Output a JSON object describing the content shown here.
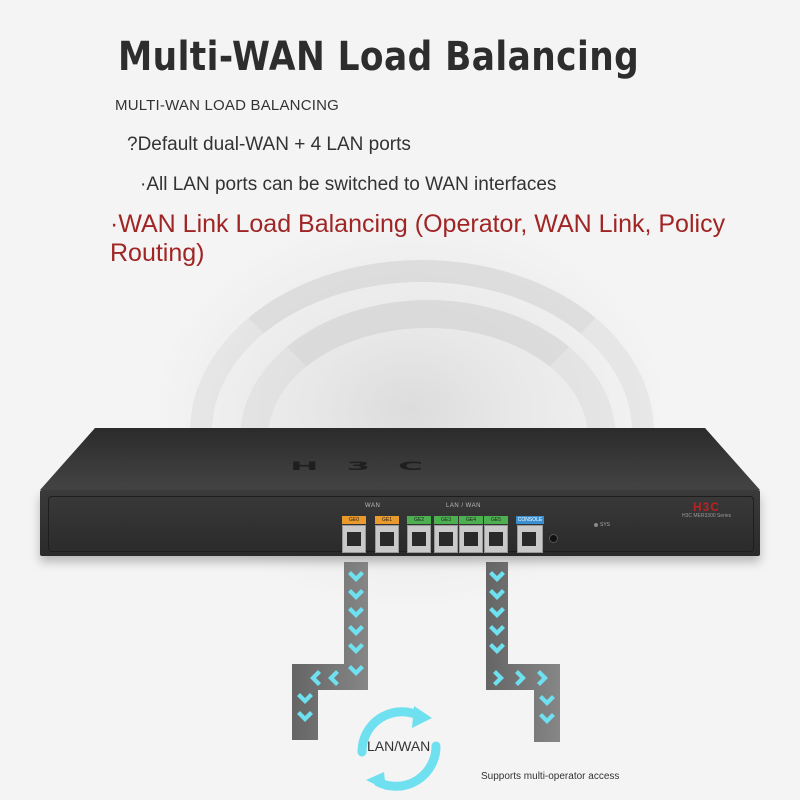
{
  "header": {
    "title": "Multi-WAN Load Balancing",
    "subtitle": "MULTI-WAN LOAD BALANCING"
  },
  "features": {
    "line1": "?Default dual-WAN + 4 LAN ports",
    "line2": "·All LAN ports can be switched to WAN interfaces",
    "line3": "·WAN Link Load Balancing (Operator, WAN Link, Policy Routing)"
  },
  "router": {
    "top_logo": "H3C",
    "brand": "H3C",
    "model": "H3C MER3300 Series",
    "wan_group_label": "WAN",
    "lan_group_label": "LAN / WAN",
    "ports": [
      "GE0",
      "GE1",
      "GE2",
      "GE3",
      "GE4",
      "GE5"
    ],
    "console_label": "CONSOLE",
    "sys_label": "SYS"
  },
  "badge": {
    "label": "LAN/WAN"
  },
  "caption": "Supports multi-operator access",
  "colors": {
    "title": "#2d2d2d",
    "highlight": "#a02525",
    "wan_port_tag": "#e89a2c",
    "lan_port_tag": "#4caf50",
    "console_tag": "#3a8fd0",
    "arrow_cyan": "#6fe0ef"
  }
}
